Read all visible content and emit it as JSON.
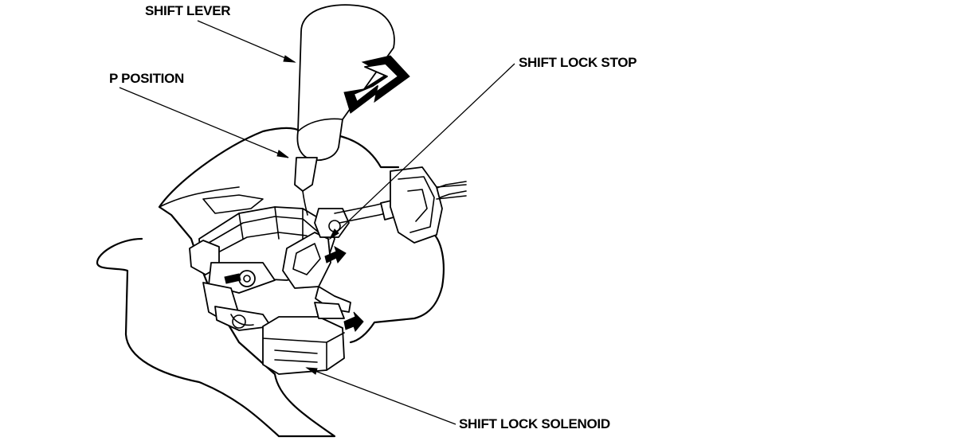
{
  "labels": {
    "shift_lever": "SHIFT LEVER",
    "p_position": "P POSITION",
    "shift_lock_stop": "SHIFT LOCK STOP",
    "shift_lock_solenoid": "SHIFT LOCK SOLENOID"
  }
}
